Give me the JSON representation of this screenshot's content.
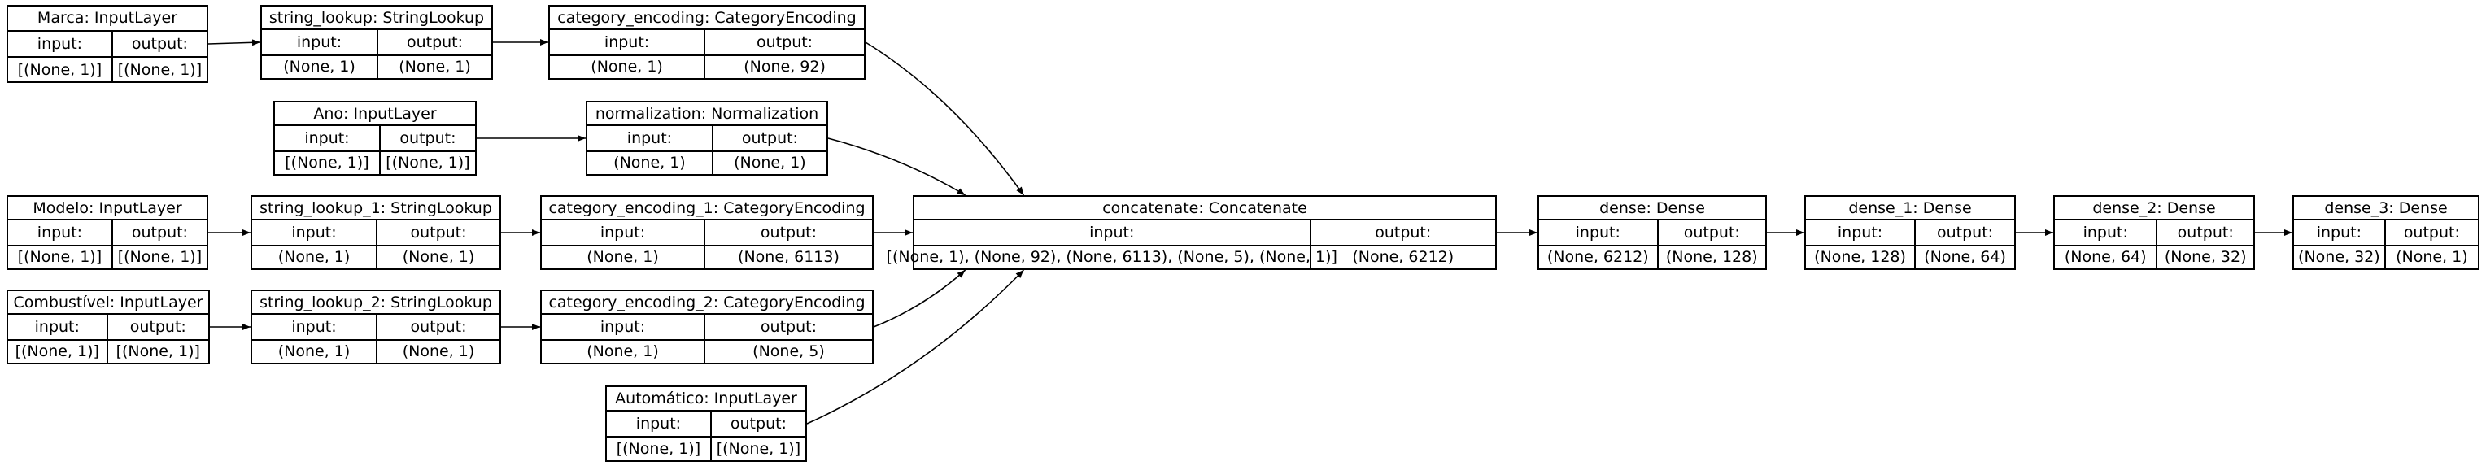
{
  "diagram": {
    "labels": {
      "input": "input:",
      "output": "output:"
    },
    "nodes": [
      {
        "id": "marca",
        "title": "Marca: InputLayer",
        "input": "[(None, 1)]",
        "output": "[(None, 1)]"
      },
      {
        "id": "string_lookup",
        "title": "string_lookup: StringLookup",
        "input": "(None, 1)",
        "output": "(None, 1)"
      },
      {
        "id": "category_encoding",
        "title": "category_encoding: CategoryEncoding",
        "input": "(None, 1)",
        "output": "(None, 92)"
      },
      {
        "id": "ano",
        "title": "Ano: InputLayer",
        "input": "[(None, 1)]",
        "output": "[(None, 1)]"
      },
      {
        "id": "normalization",
        "title": "normalization: Normalization",
        "input": "(None, 1)",
        "output": "(None, 1)"
      },
      {
        "id": "modelo",
        "title": "Modelo: InputLayer",
        "input": "[(None, 1)]",
        "output": "[(None, 1)]"
      },
      {
        "id": "string_lookup_1",
        "title": "string_lookup_1: StringLookup",
        "input": "(None, 1)",
        "output": "(None, 1)"
      },
      {
        "id": "category_encoding_1",
        "title": "category_encoding_1: CategoryEncoding",
        "input": "(None, 1)",
        "output": "(None, 6113)"
      },
      {
        "id": "combustivel",
        "title": "Combustível: InputLayer",
        "input": "[(None, 1)]",
        "output": "[(None, 1)]"
      },
      {
        "id": "string_lookup_2",
        "title": "string_lookup_2: StringLookup",
        "input": "(None, 1)",
        "output": "(None, 1)"
      },
      {
        "id": "category_encoding_2",
        "title": "category_encoding_2: CategoryEncoding",
        "input": "(None, 1)",
        "output": "(None, 5)"
      },
      {
        "id": "automatico",
        "title": "Automático: InputLayer",
        "input": "[(None, 1)]",
        "output": "[(None, 1)]"
      },
      {
        "id": "concatenate",
        "title": "concatenate: Concatenate",
        "input": "[(None, 1), (None, 92), (None, 6113), (None, 5), (None, 1)]",
        "output": "(None, 6212)"
      },
      {
        "id": "dense",
        "title": "dense: Dense",
        "input": "(None, 6212)",
        "output": "(None, 128)"
      },
      {
        "id": "dense_1",
        "title": "dense_1: Dense",
        "input": "(None, 128)",
        "output": "(None, 64)"
      },
      {
        "id": "dense_2",
        "title": "dense_2: Dense",
        "input": "(None, 64)",
        "output": "(None, 32)"
      },
      {
        "id": "dense_3",
        "title": "dense_3: Dense",
        "input": "(None, 32)",
        "output": "(None, 1)"
      }
    ],
    "edges": [
      [
        "marca",
        "string_lookup"
      ],
      [
        "string_lookup",
        "category_encoding"
      ],
      [
        "ano",
        "normalization"
      ],
      [
        "modelo",
        "string_lookup_1"
      ],
      [
        "string_lookup_1",
        "category_encoding_1"
      ],
      [
        "combustivel",
        "string_lookup_2"
      ],
      [
        "string_lookup_2",
        "category_encoding_2"
      ],
      [
        "category_encoding",
        "concatenate"
      ],
      [
        "normalization",
        "concatenate"
      ],
      [
        "category_encoding_1",
        "concatenate"
      ],
      [
        "category_encoding_2",
        "concatenate"
      ],
      [
        "automatico",
        "concatenate"
      ],
      [
        "concatenate",
        "dense"
      ],
      [
        "dense",
        "dense_1"
      ],
      [
        "dense_1",
        "dense_2"
      ],
      [
        "dense_2",
        "dense_3"
      ]
    ]
  }
}
